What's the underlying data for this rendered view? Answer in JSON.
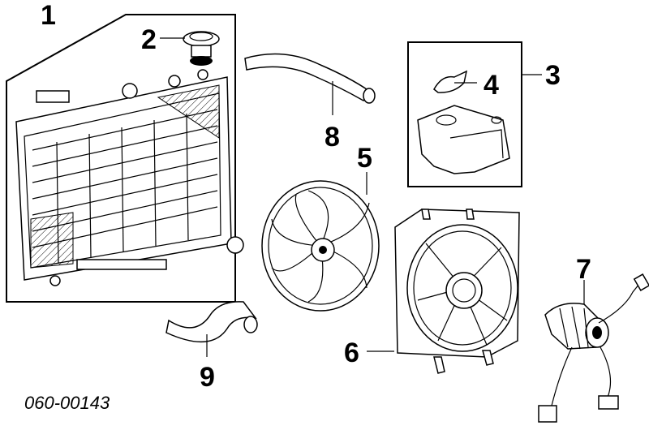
{
  "diagram": {
    "callouts": {
      "radiator": "1",
      "radiator_cap": "2",
      "reserve_tank": "3",
      "tank_cap": "4",
      "fan_blade": "5",
      "fan_shroud": "6",
      "fan_motor": "7",
      "upper_hose": "8",
      "lower_hose": "9"
    },
    "drawing_code": "060-00143",
    "colors": {
      "ink": "#000000",
      "paper": "#ffffff"
    }
  }
}
